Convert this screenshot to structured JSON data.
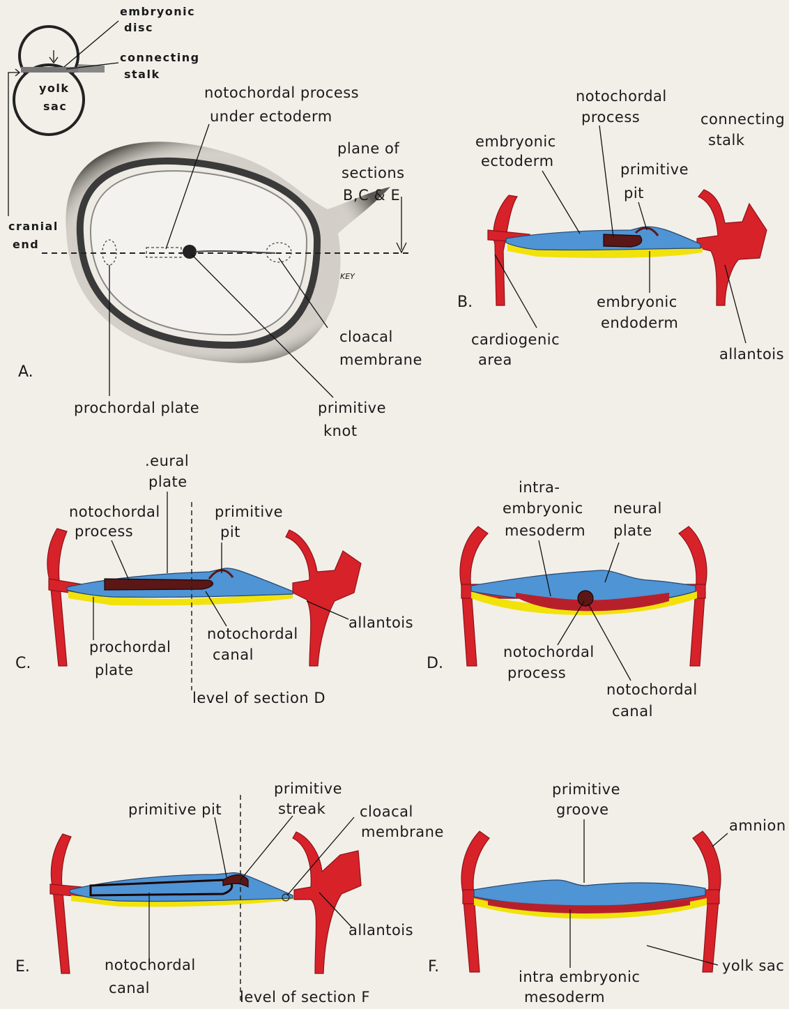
{
  "colors": {
    "background": "#f2efe9",
    "membrane_red": "#d7222a",
    "ectoderm_blue": "#4f94d4",
    "endoderm_yellow": "#f1e20b",
    "notochord_dark": "#5a1716",
    "mesoderm_red": "#b7202a"
  },
  "panelA": {
    "panel_label": "A.",
    "inset": {
      "embryonic_disc": [
        "embryonic",
        "disc"
      ],
      "connecting_stalk": [
        "connecting",
        "stalk"
      ],
      "yolk_sac": [
        "yolk",
        "sac"
      ]
    },
    "cranial_end": [
      "cranial",
      "end"
    ],
    "notochordal_process": [
      "notochordal process",
      "under ectoderm"
    ],
    "plane_of_sections": [
      "plane of",
      "sections",
      "B,C & E"
    ],
    "cloacal_membrane": [
      "cloacal",
      "membrane"
    ],
    "prochordal_plate": "prochordal plate",
    "primitive_knot": [
      "primitive",
      "knot"
    ],
    "key": "KEY"
  },
  "panelB": {
    "panel_label": "B.",
    "notochordal_process": [
      "notochordal",
      "process"
    ],
    "connecting_stalk": [
      "connecting",
      "stalk"
    ],
    "embryonic_ectoderm": [
      "embryonic",
      "ectoderm"
    ],
    "primitive_pit": [
      "primitive",
      "pit"
    ],
    "embryonic_endoderm": [
      "embryonic",
      "endoderm"
    ],
    "cardiogenic_area": [
      "cardiogenic",
      "area"
    ],
    "allantois": "allantois"
  },
  "panelC": {
    "panel_label": "C.",
    "neural_plate": [
      ".eural",
      "plate"
    ],
    "notochordal_process": [
      "notochordal",
      "process"
    ],
    "primitive_pit": [
      "primitive",
      "pit"
    ],
    "allantois": "allantois",
    "notochordal_canal": [
      "notochordal",
      "canal"
    ],
    "prochordal_plate": [
      "prochordal",
      "plate"
    ],
    "level_of_section": "level of section D"
  },
  "panelD": {
    "panel_label": "D.",
    "intraembryonic_mesoderm": [
      "intra-",
      "embryonic",
      "mesoderm"
    ],
    "neural_plate": [
      "neural",
      "plate"
    ],
    "notochordal_process": [
      "notochordal",
      "process"
    ],
    "notochordal_canal": [
      "notochordal",
      "canal"
    ]
  },
  "panelE": {
    "panel_label": "E.",
    "primitive_pit": "primitive pit",
    "primitive_streak": [
      "primitive",
      "streak"
    ],
    "cloacal_membrane": [
      "cloacal",
      "membrane"
    ],
    "allantois": "allantois",
    "notochordal_canal": [
      "notochordal",
      "canal"
    ],
    "level_of_section": "level  of  section  F"
  },
  "panelF": {
    "panel_label": "F.",
    "primitive_groove": [
      "primitive",
      "groove"
    ],
    "amnion": "amnion",
    "yolk_sac": "yolk  sac",
    "intraembryonic_mesoderm": [
      "intra embryonic",
      "mesoderm"
    ]
  }
}
